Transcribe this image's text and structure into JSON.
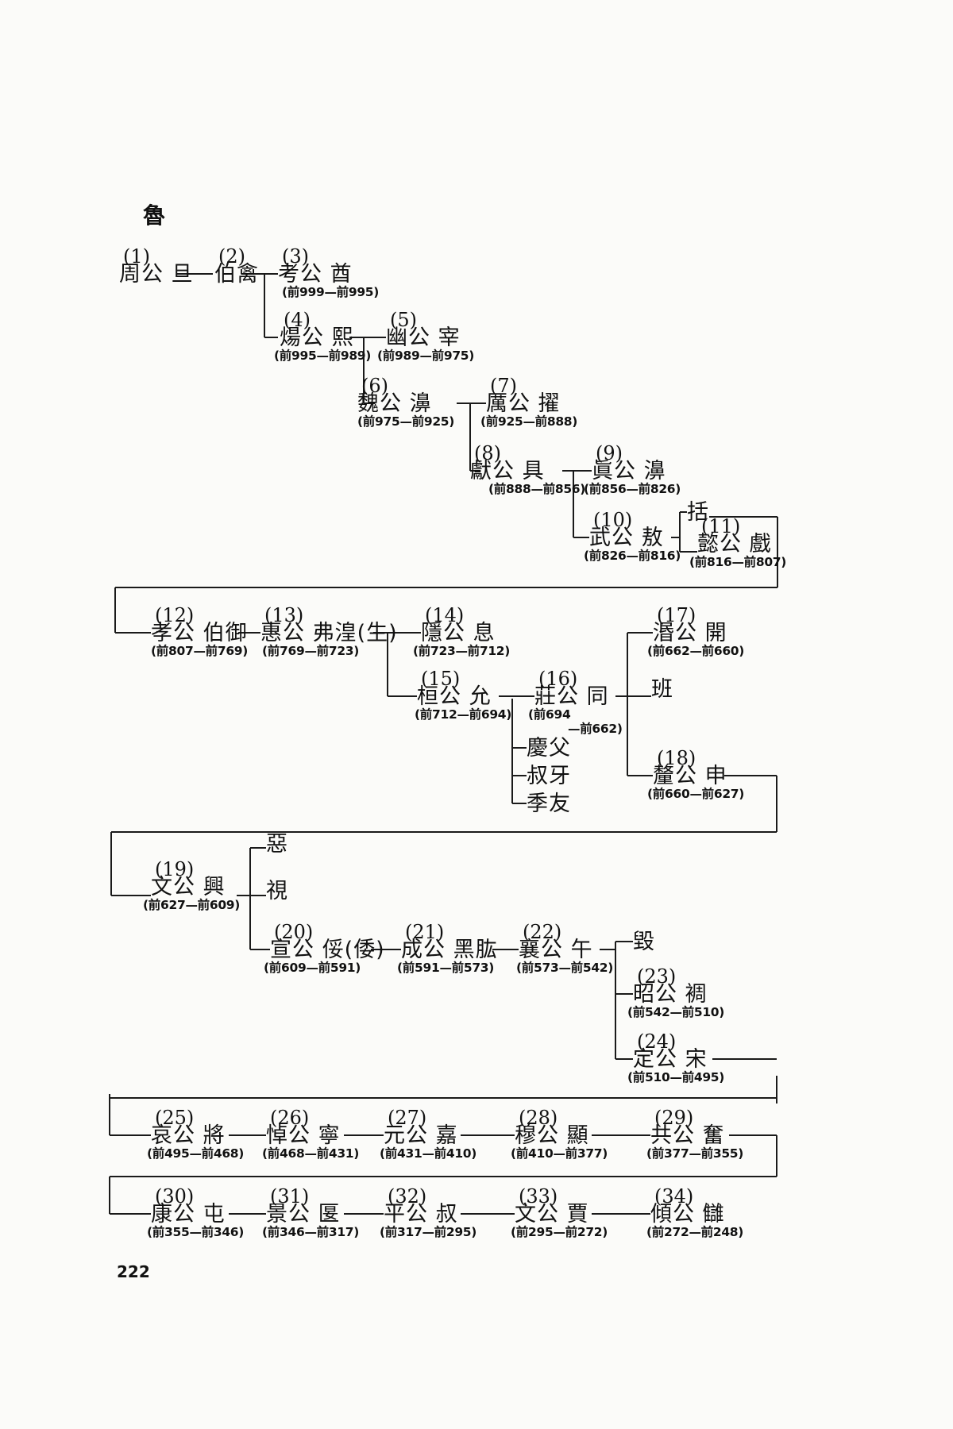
{
  "title": "魯",
  "page_number": "222",
  "nodes": [
    {
      "id": "n1",
      "num": "(1)",
      "name": "周公 旦"
    },
    {
      "id": "n2",
      "num": "(2)",
      "name": "伯禽"
    },
    {
      "id": "n3",
      "num": "(3)",
      "name": "考公 酋",
      "dates": "(前999—前995)"
    },
    {
      "id": "n4",
      "num": "(4)",
      "name": "煬公 熙",
      "dates": "(前995—前989)"
    },
    {
      "id": "n5",
      "num": "(5)",
      "name": "幽公 宰",
      "dates": "(前989—前975)"
    },
    {
      "id": "n6",
      "num": "(6)",
      "name": "魏公 濞",
      "dates": "(前975—前925)"
    },
    {
      "id": "n7",
      "num": "(7)",
      "name": "厲公 擢",
      "dates": "(前925—前888)"
    },
    {
      "id": "n8",
      "num": "(8)",
      "name": "獻公 具",
      "dates": "(前888—前856)"
    },
    {
      "id": "n9",
      "num": "(9)",
      "name": "眞公 濞",
      "dates": "(前856—前826)"
    },
    {
      "id": "n10",
      "num": "(10)",
      "name": "武公 敖",
      "dates": "(前826—前816)"
    },
    {
      "id": "kuo",
      "name": "括"
    },
    {
      "id": "n11",
      "num": "(11)",
      "name": "懿公 戲",
      "dates": "(前816—前807)"
    },
    {
      "id": "n12",
      "num": "(12)",
      "name": "孝公 伯御",
      "dates": "(前807—前769)"
    },
    {
      "id": "n13",
      "num": "(13)",
      "name": "惠公 弗湟(生)",
      "dates": "(前769—前723)"
    },
    {
      "id": "n14",
      "num": "(14)",
      "name": "隱公 息",
      "dates": "(前723—前712)"
    },
    {
      "id": "n15",
      "num": "(15)",
      "name": "桓公 允",
      "dates": "(前712—前694)"
    },
    {
      "id": "n16",
      "num": "(16)",
      "name": "莊公 同",
      "dates": "(前694",
      "dates2": "—前662)"
    },
    {
      "id": "qingfu",
      "name": "慶父"
    },
    {
      "id": "shuya",
      "name": "叔牙"
    },
    {
      "id": "jiyou",
      "name": "季友"
    },
    {
      "id": "n17",
      "num": "(17)",
      "name": "湣公 開",
      "dates": "(前662—前660)"
    },
    {
      "id": "ban",
      "name": "班"
    },
    {
      "id": "n18",
      "num": "(18)",
      "name": "釐公 申",
      "dates": "(前660—前627)"
    },
    {
      "id": "e",
      "name": "惡"
    },
    {
      "id": "shi",
      "name": "視"
    },
    {
      "id": "n19",
      "num": "(19)",
      "name": "文公 興",
      "dates": "(前627—前609)"
    },
    {
      "id": "n20",
      "num": "(20)",
      "name": "宣公 俀(倭)",
      "dates": "(前609—前591)"
    },
    {
      "id": "n21",
      "num": "(21)",
      "name": "成公 黑肱",
      "dates": "(前591—前573)"
    },
    {
      "id": "n22",
      "num": "(22)",
      "name": "襄公 午",
      "dates": "(前573—前542)"
    },
    {
      "id": "hui",
      "name": "毀"
    },
    {
      "id": "n23",
      "num": "(23)",
      "name": "昭公 裯",
      "dates": "(前542—前510)"
    },
    {
      "id": "n24",
      "num": "(24)",
      "name": "定公 宋",
      "dates": "(前510—前495)"
    },
    {
      "id": "n25",
      "num": "(25)",
      "name": "哀公 將",
      "dates": "(前495—前468)"
    },
    {
      "id": "n26",
      "num": "(26)",
      "name": "悼公 寧",
      "dates": "(前468—前431)"
    },
    {
      "id": "n27",
      "num": "(27)",
      "name": "元公 嘉",
      "dates": "(前431—前410)"
    },
    {
      "id": "n28",
      "num": "(28)",
      "name": "穆公 顯",
      "dates": "(前410—前377)"
    },
    {
      "id": "n29",
      "num": "(29)",
      "name": "共公 奮",
      "dates": "(前377—前355)"
    },
    {
      "id": "n30",
      "num": "(30)",
      "name": "康公 屯",
      "dates": "(前355—前346)"
    },
    {
      "id": "n31",
      "num": "(31)",
      "name": "景公 匽",
      "dates": "(前346—前317)"
    },
    {
      "id": "n32",
      "num": "(32)",
      "name": "平公 叔",
      "dates": "(前317—前295)"
    },
    {
      "id": "n33",
      "num": "(33)",
      "name": "文公 賈",
      "dates": "(前295—前272)"
    },
    {
      "id": "n34",
      "num": "(34)",
      "name": "傾公 讎",
      "dates": "(前272—前248)"
    }
  ]
}
